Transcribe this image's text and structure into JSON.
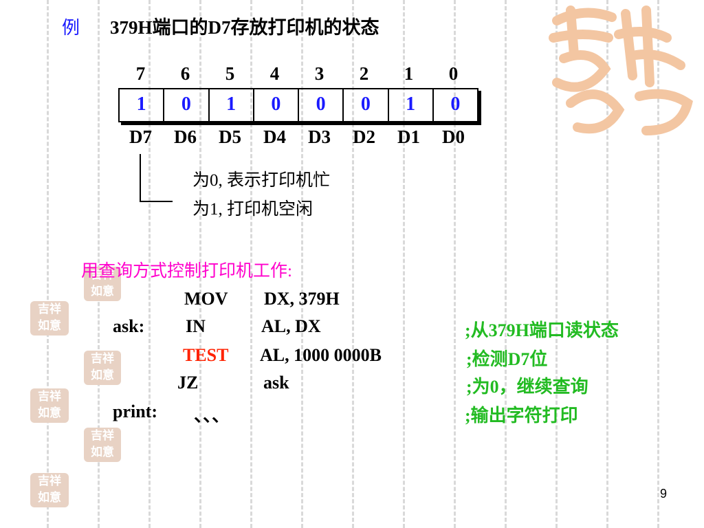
{
  "slide": {
    "example_marker": "例",
    "title": "379H端口的D7存放打印机的状态",
    "page_number": "9"
  },
  "bit_numbers": [
    "7",
    "6",
    "5",
    "4",
    "3",
    "2",
    "1",
    "0"
  ],
  "bit_values": [
    "1",
    "0",
    "1",
    "0",
    "0",
    "0",
    "1",
    "0"
  ],
  "bit_names": [
    "D7",
    "D6",
    "D5",
    "D4",
    "D3",
    "D2",
    "D1",
    "D0"
  ],
  "notes": {
    "busy": "为0, 表示打印机忙",
    "idle": "为1, 打印机空闲"
  },
  "code_heading": "用查询方式控制打印机工作:",
  "code": {
    "line1": {
      "label": "",
      "op": "MOV",
      "operands": "DX, 379H",
      "comment": ""
    },
    "line2": {
      "label": "ask:",
      "op": "IN",
      "operands": "AL, DX",
      "comment": ";从379H端口读状态"
    },
    "line3": {
      "label": "",
      "op": "TEST",
      "operands": "AL, 1000 0000B",
      "comment": ";检测D7位"
    },
    "line4": {
      "label": "",
      "op": "JZ",
      "operands": "ask",
      "comment": ";为0，继续查询"
    },
    "line5": {
      "label": "print:",
      "op": "",
      "operands": "、、、",
      "comment": ";输出字符打印"
    }
  },
  "colors": {
    "blue": "#1a1aff",
    "pink": "#ff00cc",
    "green": "#22bb22",
    "red": "#ff2200"
  }
}
